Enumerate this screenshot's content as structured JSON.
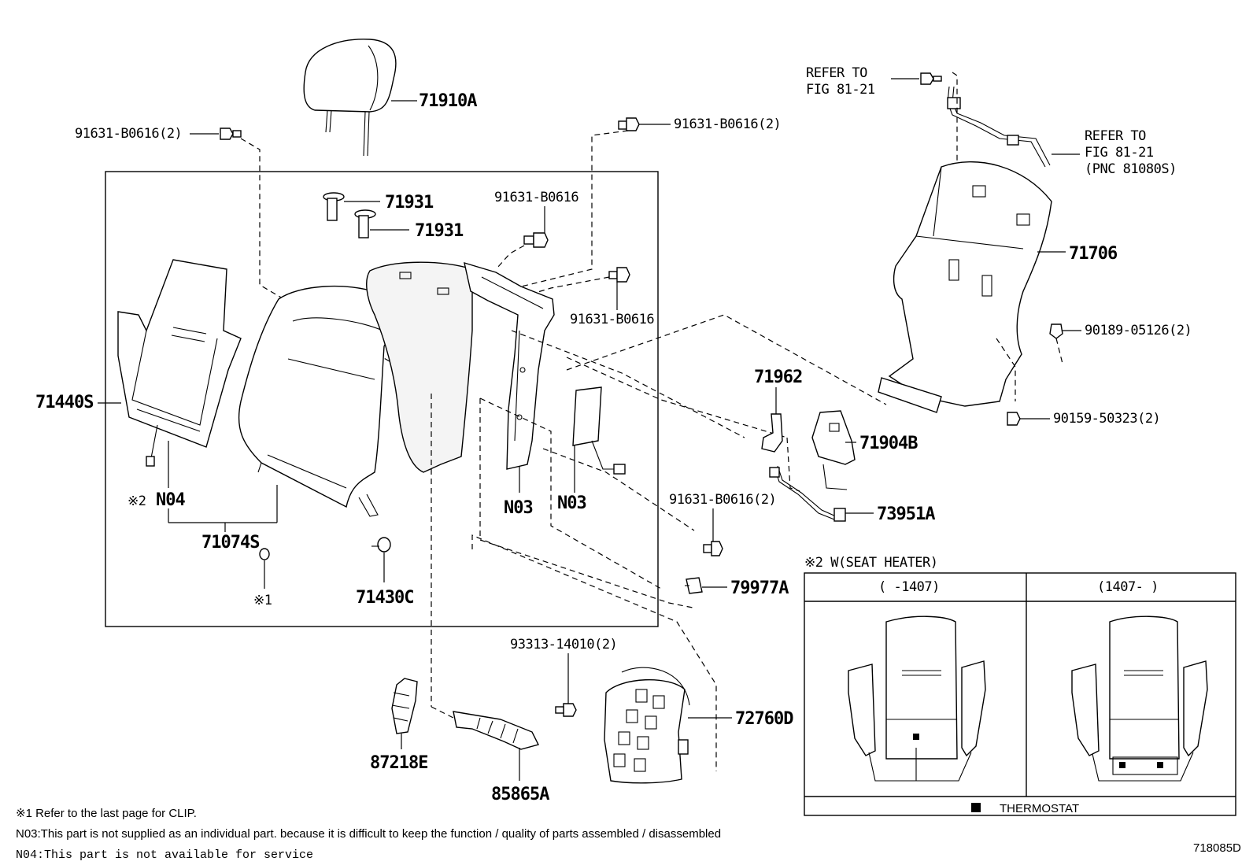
{
  "diagram_id": "718085D",
  "labels": {
    "headrest": "71910A",
    "bolt_top_left": "91631-B0616(2)",
    "bolt_top_center": "91631-B0616(2)",
    "support_1": "71931",
    "support_2": "71931",
    "bolt_frame_a": "91631-B0616",
    "bolt_frame_b": "91631-B0616",
    "seat_heater": "71440S",
    "n04": "N04",
    "note2_mark": "※2",
    "seatback_cover": "71074S",
    "clip_mark": "※1",
    "hog_ring": "71430C",
    "n03_frame": "N03",
    "n03_side": "N03",
    "refer_top_line1": "REFER TO",
    "refer_top_line2": "FIG 81-21",
    "refer_right_line1": "REFER TO",
    "refer_right_line2": "FIG 81-21",
    "refer_right_line3": "(PNC 81080S)",
    "back_board": "71706",
    "clip_90189": "90189-05126(2)",
    "screw_90159": "90159-50323(2)",
    "recliner": "71962",
    "recliner_cover": "71904B",
    "wire_73951": "73951A",
    "bolt_lower": "91631-B0616(2)",
    "cap_79977": "79977A",
    "screw_93313": "93313-14010(2)",
    "lumbar": "72760D",
    "pad_87218": "87218E",
    "hose_85865": "85865A"
  },
  "inset": {
    "title": "※2 W(SEAT HEATER)",
    "col_left": "(    -1407)",
    "col_right": "(1407-    )",
    "legend_text": "THERMOSTAT"
  },
  "notes": {
    "note1": "※1 Refer to the last page for CLIP.",
    "note_n03": "N03:This part is not supplied as an individual part. because it is difficult to keep the function / quality of parts assembled / disassembled",
    "note_n04": "N04:This part is not available for service"
  }
}
